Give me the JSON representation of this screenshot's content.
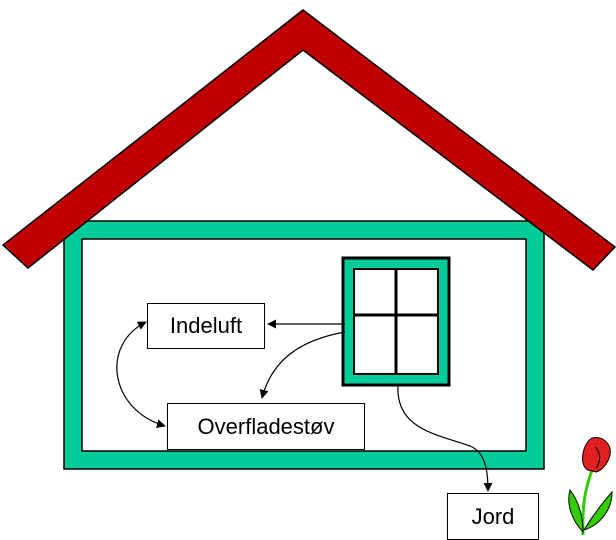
{
  "diagram": {
    "nodes": {
      "indeluft": "Indeluft",
      "overfladestov": "Overfladestøv",
      "jord": "Jord"
    },
    "edges": [
      {
        "from": "window",
        "to": "indeluft"
      },
      {
        "from": "window",
        "to": "overfladestov"
      },
      {
        "from": "window",
        "to": "jord"
      },
      {
        "from": "indeluft",
        "to": "overfladestov",
        "bidirectional": true
      }
    ]
  },
  "colors": {
    "roof": "#c00000",
    "wall": "#00cc99",
    "window_frame": "#000000",
    "window_glass": "#ffffff",
    "flower_red": "#e02020",
    "flower_green": "#33cc00"
  },
  "icons": {
    "house": "house-icon",
    "window": "window-icon",
    "flower": "tulip-flower-icon"
  }
}
